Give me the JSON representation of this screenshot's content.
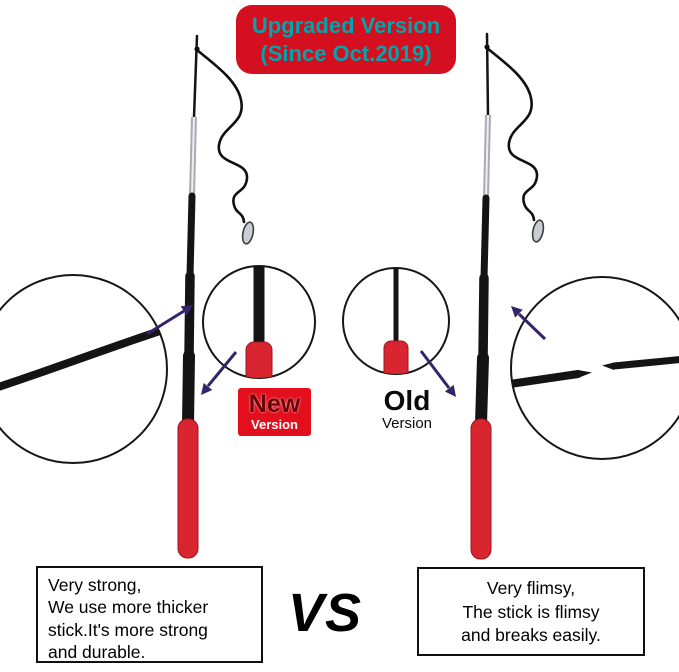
{
  "banner": {
    "line1": "Upgraded Version",
    "line2": "(Since Oct.2019)"
  },
  "labels": {
    "new_version": {
      "title": "New",
      "subtitle": "Version"
    },
    "old_version": {
      "title": "Old",
      "subtitle": "Version"
    }
  },
  "comparison": {
    "vs_text": "VS",
    "strong_box": {
      "lines": [
        "Very strong,",
        "We use more thicker",
        "stick.It's more strong",
        "and durable."
      ]
    },
    "flimsy_box": {
      "lines": [
        "Very flimsy,",
        "The stick is flimsy",
        "and breaks easily."
      ]
    }
  },
  "colors": {
    "banner_bg": "#d40f1f",
    "banner_text": "#00a5ad",
    "handle_red": "#d8252f",
    "new_box_bg": "#e30f1c",
    "new_title": "#6b0005",
    "arrow": "#36246b",
    "stick_black": "#141414"
  }
}
